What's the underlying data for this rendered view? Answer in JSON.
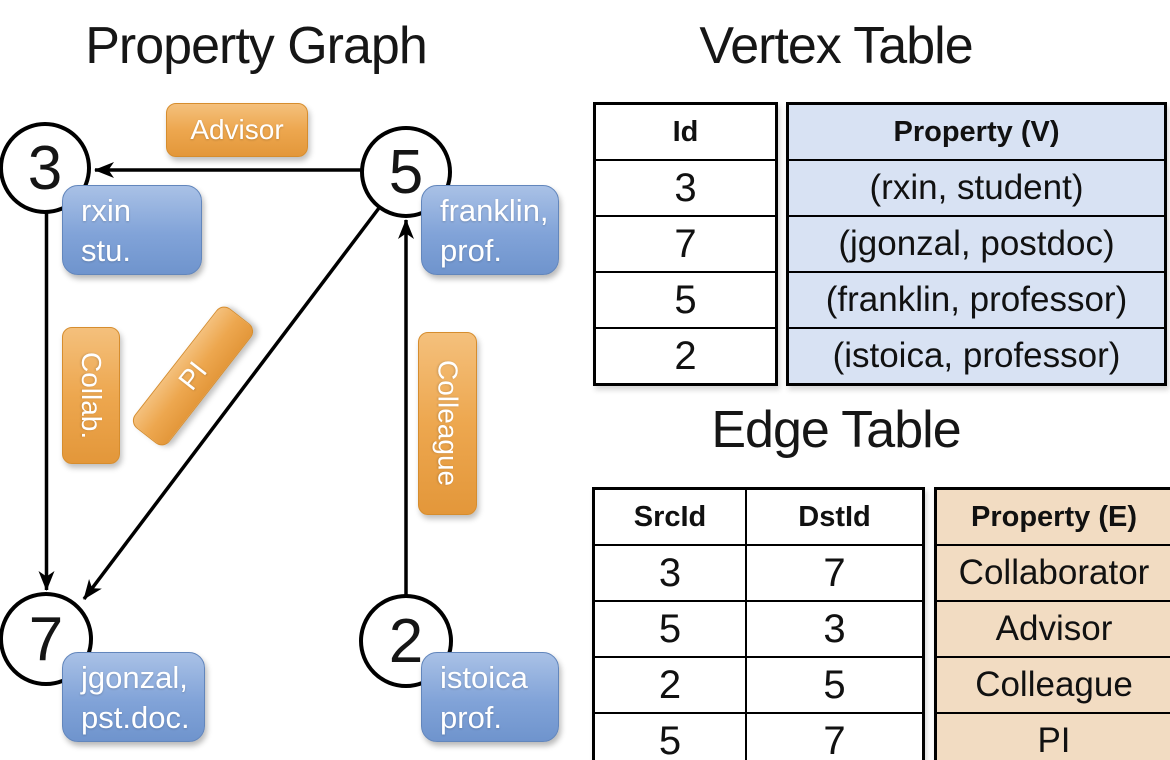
{
  "colors": {
    "edge_label_orange": "#EDA44C",
    "vertex_label_blue": "#7DA0D6",
    "vertex_table_fill": "#D8E2F3",
    "edge_table_fill": "#F2DCC2",
    "line_black": "#000000"
  },
  "graph": {
    "title": "Property Graph",
    "vertices": [
      {
        "id": "3",
        "line1": "rxin",
        "line2": "stu."
      },
      {
        "id": "5",
        "line1": "franklin,",
        "line2": "prof."
      },
      {
        "id": "7",
        "line1": "jgonzal,",
        "line2": "pst.doc."
      },
      {
        "id": "2",
        "line1": "istoica",
        "line2": "prof."
      }
    ],
    "edge_labels": {
      "advisor": "Advisor",
      "collab": "Collab.",
      "pi": "PI",
      "colleague": "Colleague"
    }
  },
  "vertex_table": {
    "title": "Vertex Table",
    "headers": {
      "id": "Id",
      "property": "Property (V)"
    },
    "rows": [
      [
        "3",
        "(rxin, student)"
      ],
      [
        "7",
        "(jgonzal, postdoc)"
      ],
      [
        "5",
        "(franklin, professor)"
      ],
      [
        "2",
        "(istoica, professor)"
      ]
    ]
  },
  "edge_table": {
    "title": "Edge Table",
    "headers": {
      "src": "SrcId",
      "dst": "DstId",
      "property": "Property (E)"
    },
    "rows": [
      [
        "3",
        "7",
        "Collaborator"
      ],
      [
        "5",
        "3",
        "Advisor"
      ],
      [
        "2",
        "5",
        "Colleague"
      ],
      [
        "5",
        "7",
        "PI"
      ]
    ]
  }
}
